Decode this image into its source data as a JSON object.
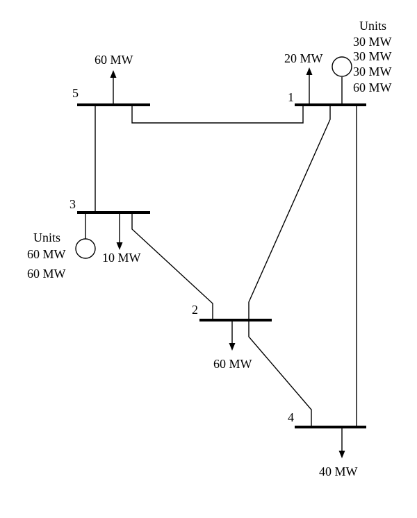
{
  "buses": {
    "b1": "1",
    "b2": "2",
    "b3": "3",
    "b4": "4",
    "b5": "5"
  },
  "loads": {
    "bus5": "60 MW",
    "bus1": "20 MW",
    "bus3": "10 MW",
    "bus2": "60 MW",
    "bus4": "40 MW"
  },
  "units_bus1": {
    "title": "Units",
    "values": [
      "30 MW",
      "30 MW",
      "30 MW",
      "60 MW"
    ]
  },
  "units_bus3": {
    "title": "Units",
    "values": [
      "60 MW",
      "60 MW"
    ]
  },
  "colors": {
    "lines": "#000000",
    "background": "#ffffff"
  }
}
